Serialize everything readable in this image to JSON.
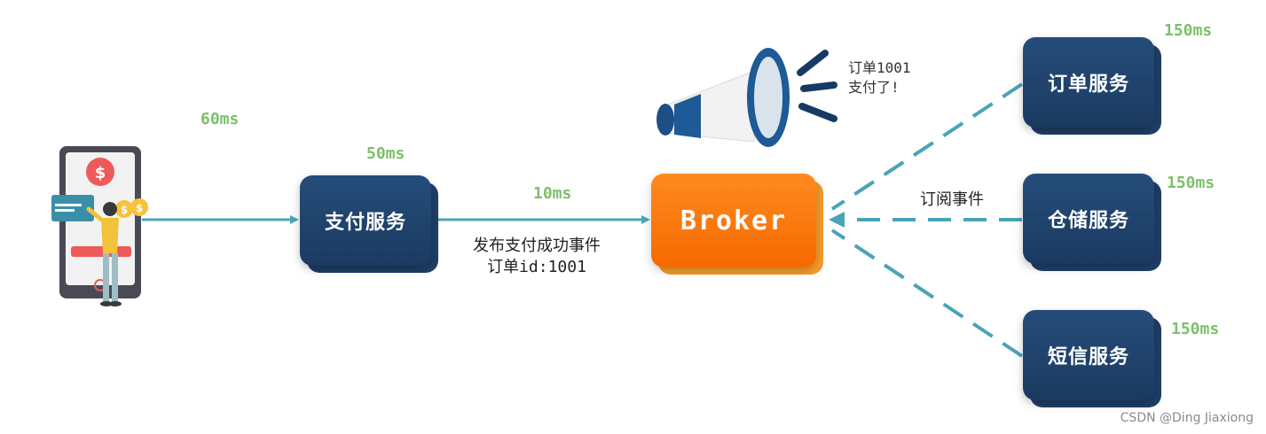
{
  "nodes": {
    "payment": {
      "label": "支付服务",
      "latency": "50ms"
    },
    "broker": {
      "label": "Broker"
    },
    "order": {
      "label": "订单服务",
      "latency": "150ms"
    },
    "storage": {
      "label": "仓储服务",
      "latency": "150ms"
    },
    "sms": {
      "label": "短信服务",
      "latency": "150ms"
    }
  },
  "edges": {
    "user_to_payment": {
      "latency": "60ms"
    },
    "payment_to_broker": {
      "latency": "10ms",
      "line1": "发布支付成功事件",
      "line2": "订单id:1001"
    }
  },
  "broadcast": {
    "line1": "订单1001",
    "line2": "支付了!"
  },
  "subscribe_label": "订阅事件",
  "watermark": "CSDN @Ding Jiaxiong",
  "colors": {
    "service_box": "#1f3f67",
    "broker_box": "#f56a00",
    "latency_text": "#7cc06a",
    "arrow": "#4aa3b8"
  },
  "icons": [
    "phone-icon",
    "dollar-icon",
    "coin-icon",
    "person-icon",
    "megaphone-icon"
  ]
}
